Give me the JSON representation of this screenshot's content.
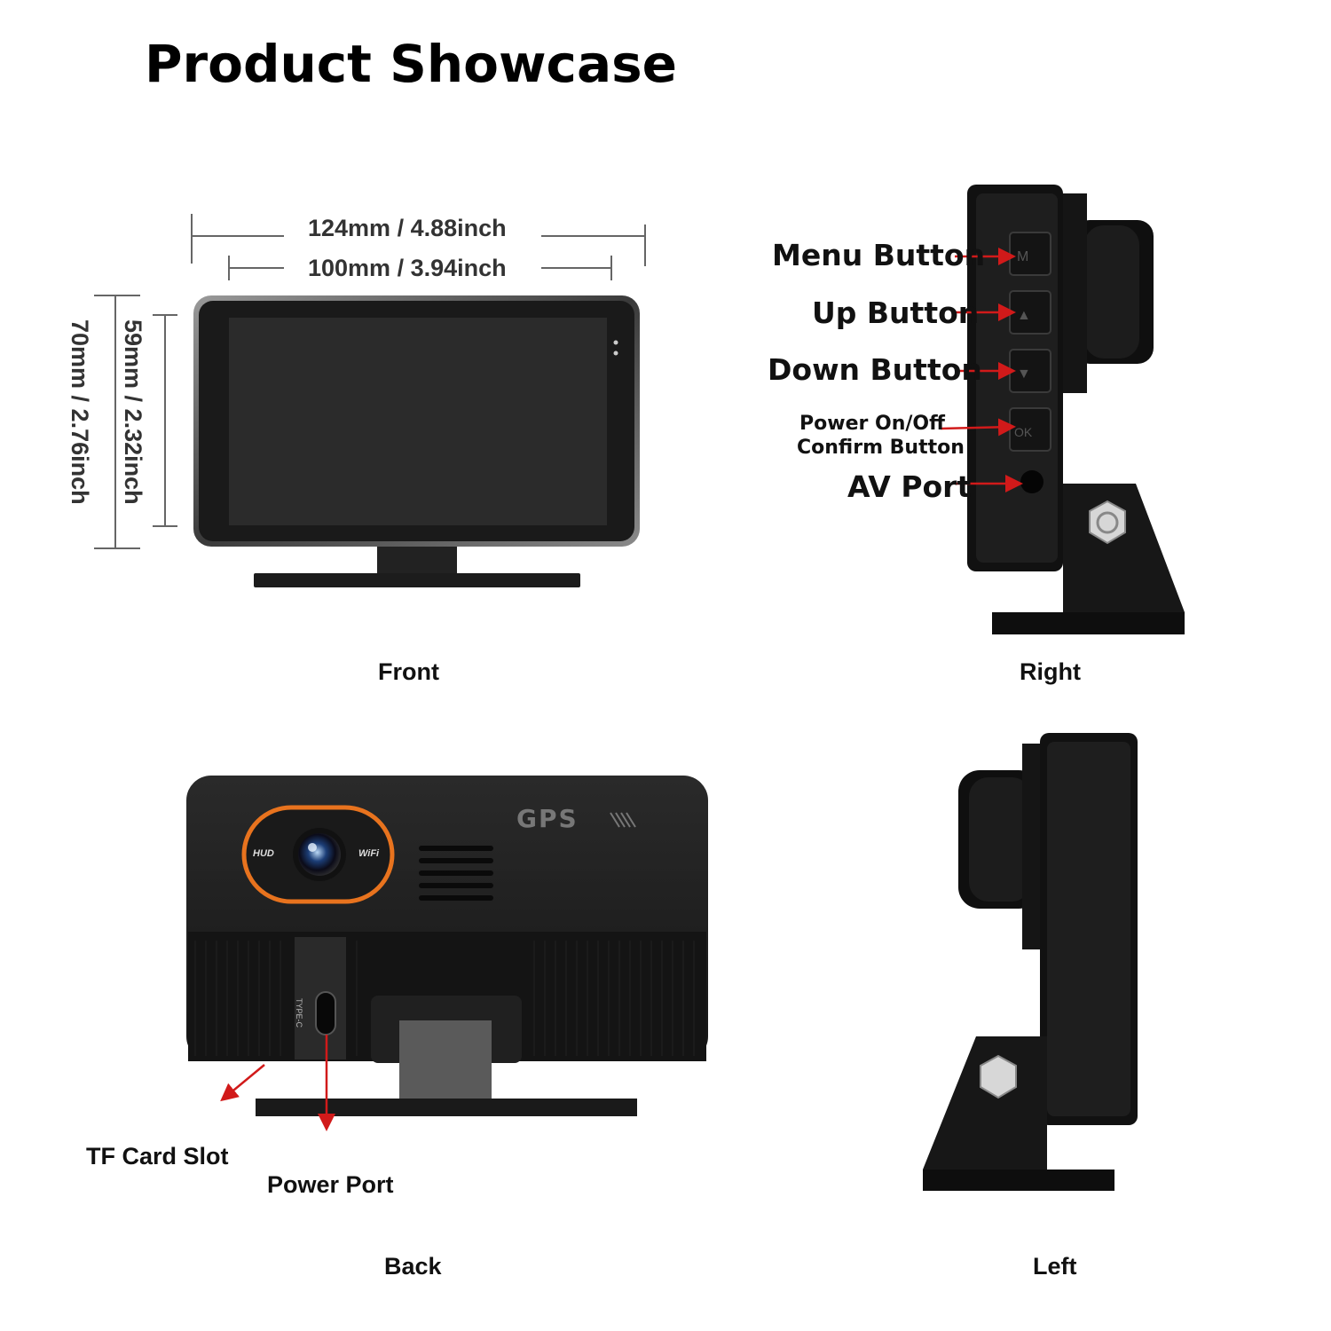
{
  "title": "Product Showcase",
  "views": {
    "front": "Front",
    "right": "Right",
    "back": "Back",
    "left": "Left"
  },
  "dimensions": {
    "width_outer": "124mm / 4.88inch",
    "width_screen": "100mm / 3.94inch",
    "height_outer": "70mm / 2.76inch",
    "height_screen": "59mm / 2.32inch"
  },
  "right_callouts": {
    "menu": "Menu Button",
    "up": "Up Button",
    "down": "Down Button",
    "power_line1": "Power On/Off",
    "power_line2": "Confirm Button",
    "av": "AV Port"
  },
  "back_callouts": {
    "tf_card": "TF Card Slot",
    "power_port": "Power Port"
  },
  "device_print": {
    "gps": "GPS",
    "hud": "HUD",
    "wifi": "WiFi",
    "type_c": "TYPE-C"
  },
  "colors": {
    "device_body": "#1e1e1e",
    "device_dark": "#0d0d0d",
    "callout_arrow": "#d11a1a",
    "lens_ring": "#e8731e",
    "dimension_line": "#666666"
  },
  "icons": [
    "menu-key-icon",
    "up-key-icon",
    "down-key-icon",
    "power-key-icon",
    "av-jack-icon",
    "hex-bolt-icon",
    "camera-lens-icon",
    "speaker-grille-icon"
  ]
}
